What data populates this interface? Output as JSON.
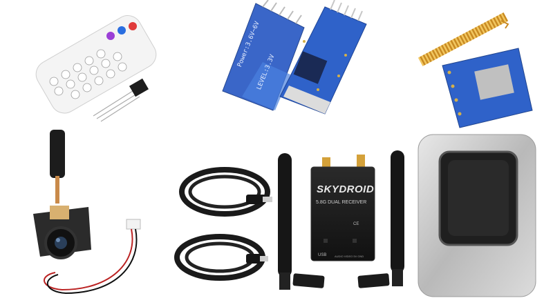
{
  "scene": {
    "items": [
      "ir-remote-with-receiver",
      "bluetooth-serial-modules",
      "rf-transceiver-module-with-spring-antenna",
      "fpv-camera-with-antenna",
      "usb-cables",
      "dual-receiver-with-antennas",
      "metal-storage-tin"
    ]
  },
  "receiver": {
    "brand": "SKYDROID",
    "model": "5.8G DUAL RECEIVER",
    "ce_mark": "CE",
    "usb_label": "USB",
    "io_label": "AUDIO VIDEO 5V GND"
  },
  "module": {
    "line1": "Power:3.6V~6V",
    "line2": "LEVEL:3.3V"
  },
  "colors": {
    "pcb_blue": "#2f62c9",
    "receiver_black": "#1a1a1a",
    "tin_silver": "#c9c9c9",
    "antenna_gold": "#d9a43a"
  }
}
